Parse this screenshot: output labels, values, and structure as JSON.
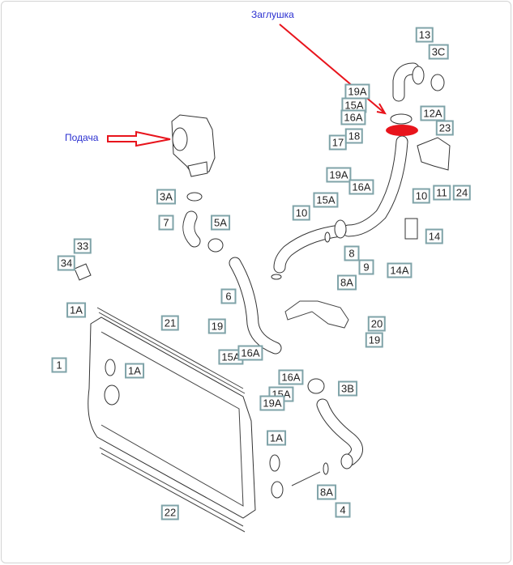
{
  "annotations": {
    "plug": "Заглушка",
    "supply": "Подача",
    "arrow_color": "#e8141c"
  },
  "labels": [
    "13",
    "3C",
    "19A",
    "15A",
    "16A",
    "12A",
    "23",
    "17",
    "18",
    "19A",
    "16A",
    "15A",
    "10",
    "10",
    "11",
    "24",
    "3A",
    "7",
    "5A",
    "14",
    "14A",
    "8",
    "9",
    "8A",
    "33",
    "34",
    "6",
    "1A",
    "21",
    "19",
    "20",
    "19",
    "15A",
    "16A",
    "1",
    "1A",
    "16A",
    "3B",
    "15A",
    "19A",
    "1A",
    "8A",
    "4",
    "22"
  ],
  "colors": {
    "label_border": "#7fa3a8",
    "annotation_text": "#2a2fd0"
  }
}
